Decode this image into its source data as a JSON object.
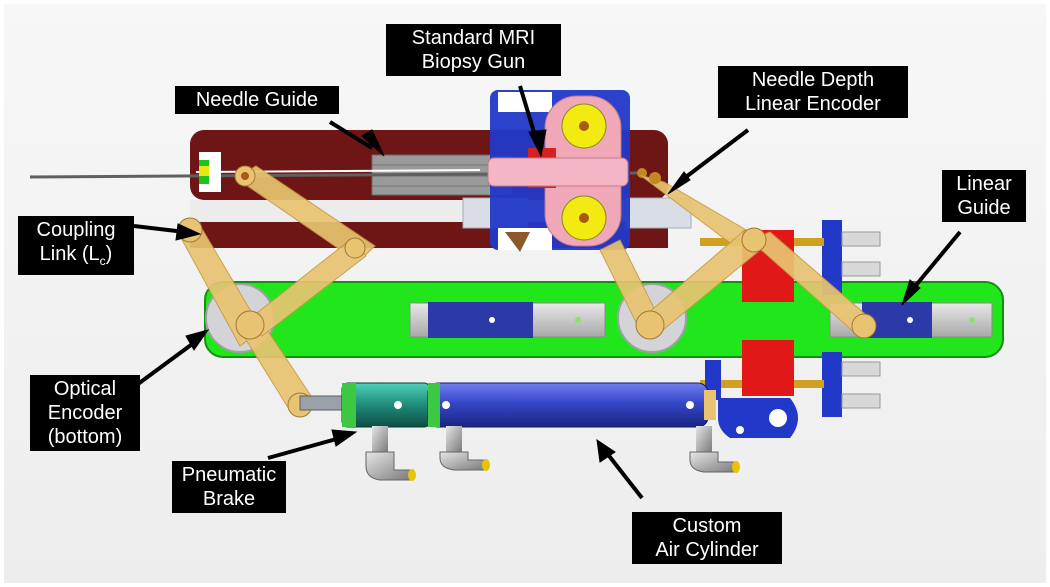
{
  "labels": {
    "biopsy_gun": {
      "line1": "Standard MRI",
      "line2": "Biopsy Gun"
    },
    "needle_guide": {
      "line1": "Needle Guide"
    },
    "needle_depth_encoder": {
      "line1": "Needle Depth",
      "line2": "Linear Encoder"
    },
    "linear_guide": {
      "line1": "Linear",
      "line2": "Guide"
    },
    "coupling_link": {
      "line1": "Coupling",
      "line2_prefix": "Link (L",
      "line2_sub": "c",
      "line2_suffix": ")"
    },
    "optical_encoder": {
      "line1": "Optical",
      "line2": "Encoder",
      "line3": "(bottom)"
    },
    "pneumatic_brake": {
      "line1": "Pneumatic",
      "line2": "Brake"
    },
    "air_cylinder": {
      "line1": "Custom",
      "line2": "Air Cylinder"
    }
  },
  "colors": {
    "background": "#ececec",
    "base_plate": "#22e61c",
    "link_arm": "#e8c472",
    "needle_guide_bar": "#6e1616",
    "air_cylinder": "#3f4fd0",
    "brake": "#1e8c7a",
    "biopsy_gun_body": "#f0a8b8",
    "yellow_disc": "#f2ea10",
    "label_bg": "#000000",
    "label_text": "#ffffff"
  }
}
